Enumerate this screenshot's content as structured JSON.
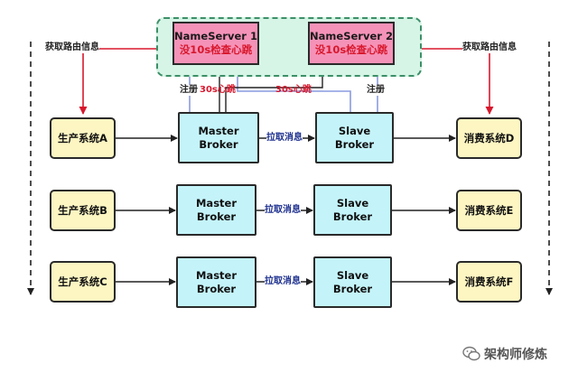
{
  "nameservers": [
    {
      "name": "NameServer 1",
      "heartbeat": "没10s检查心跳"
    },
    {
      "name": "NameServer 2",
      "heartbeat": "没10s检查心跳"
    }
  ],
  "producers": [
    "生产系统A",
    "生产系统B",
    "生产系统C"
  ],
  "consumers": [
    "消费系统D",
    "消费系统E",
    "消费系统F"
  ],
  "master_broker": {
    "line1": "Master",
    "line2": "Broker"
  },
  "slave_broker": {
    "line1": "Slave",
    "line2": "Broker"
  },
  "labels": {
    "route_left": "获取路由信息",
    "route_right": "获取路由信息",
    "register_left": "注册",
    "heartbeat_30s_left": "30s心跳",
    "heartbeat_30s_mid": "30s心跳",
    "register_right": "注册",
    "pull_message": "拉取消息"
  },
  "watermark": "架构师修炼",
  "colors": {
    "nameserver_fill": "#f592b8",
    "group_fill": "#d6f5e6",
    "producer_fill": "#fdf5c2",
    "broker_fill": "#c4f4fa",
    "red_arrow": "#d8182d",
    "blue_arrow": "#8a9be0"
  }
}
